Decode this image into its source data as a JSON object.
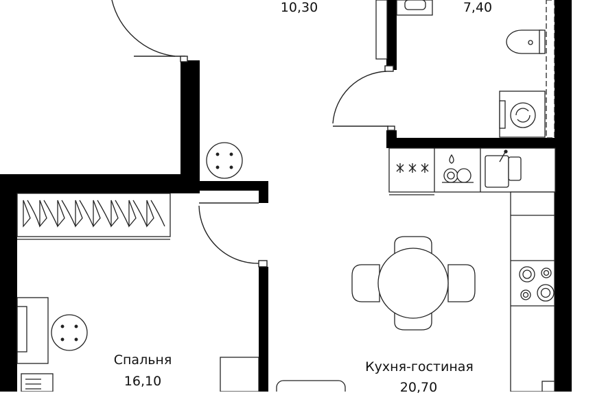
{
  "rooms": {
    "top_room_area": "10,30",
    "bathroom_area": "7,40",
    "bedroom_name": "Спальня",
    "bedroom_area": "16,10",
    "kitchen_name": "Кухня-гостиная",
    "kitchen_area": "20,70"
  },
  "colors": {
    "wall": "#000000",
    "line": "#222222",
    "fill": "#ffffff"
  }
}
